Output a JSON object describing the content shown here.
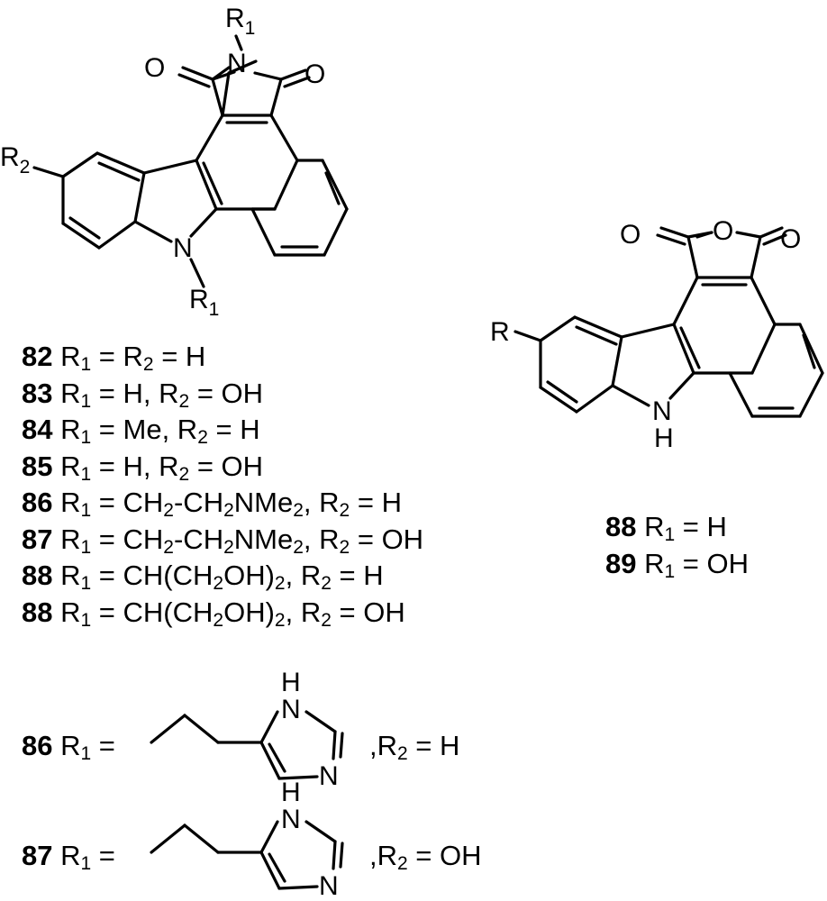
{
  "atoms": {
    "N": "N",
    "O": "O",
    "H": "H",
    "R": "R",
    "R1": "R",
    "R2": "R",
    "sub1": "1",
    "sub2": "2"
  },
  "compound_list": [
    {
      "num": "82",
      "text": [
        [
          "R",
          "1"
        ],
        [
          " = R",
          "2"
        ],
        [
          " = H",
          ""
        ]
      ]
    },
    {
      "num": "83",
      "text": [
        [
          "R",
          "1"
        ],
        [
          " = H, R",
          "2"
        ],
        [
          " = OH",
          ""
        ]
      ]
    },
    {
      "num": "84",
      "text": [
        [
          "R",
          "1"
        ],
        [
          " = Me, R",
          "2"
        ],
        [
          " = H",
          ""
        ]
      ]
    },
    {
      "num": "85",
      "text": [
        [
          "R",
          "1"
        ],
        [
          " = H, R",
          "2"
        ],
        [
          " = OH",
          ""
        ]
      ]
    },
    {
      "num": "86",
      "text": [
        [
          "R",
          "1"
        ],
        [
          " = CH",
          "2"
        ],
        [
          "-CH",
          "2"
        ],
        [
          "NMe",
          "2"
        ],
        [
          ", R",
          "2"
        ],
        [
          " = H",
          ""
        ]
      ]
    },
    {
      "num": "87",
      "text": [
        [
          "R",
          "1"
        ],
        [
          " = CH",
          "2"
        ],
        [
          "-CH",
          "2"
        ],
        [
          "NMe",
          "2"
        ],
        [
          ", R",
          "2"
        ],
        [
          " = OH",
          ""
        ]
      ]
    },
    {
      "num": "88",
      "text": [
        [
          "R",
          "1"
        ],
        [
          " = CH(CH",
          "2"
        ],
        [
          "OH)",
          "2"
        ],
        [
          ", R",
          "2"
        ],
        [
          " = H",
          ""
        ]
      ]
    },
    {
      "num": "88",
      "text": [
        [
          "R",
          "1"
        ],
        [
          " = CH(CH",
          "2"
        ],
        [
          "OH)",
          "2"
        ],
        [
          ", R",
          "2"
        ],
        [
          " = OH",
          ""
        ]
      ]
    }
  ],
  "compound_list_2": [
    {
      "num": "88",
      "text": [
        [
          "R",
          "1"
        ],
        [
          " = H",
          ""
        ]
      ]
    },
    {
      "num": "89",
      "text": [
        [
          "R",
          "1"
        ],
        [
          " = OH",
          ""
        ]
      ]
    }
  ],
  "substituent_rows": [
    {
      "num": "86",
      "lhs": [
        [
          "R",
          "1"
        ],
        [
          " =",
          ""
        ]
      ],
      "rhs": [
        [
          ",R",
          "2"
        ],
        [
          " = H",
          ""
        ]
      ]
    },
    {
      "num": "87",
      "lhs": [
        [
          "R",
          "1"
        ],
        [
          " =",
          ""
        ]
      ],
      "rhs": [
        [
          ",R",
          "2"
        ],
        [
          " = OH",
          ""
        ]
      ]
    }
  ]
}
